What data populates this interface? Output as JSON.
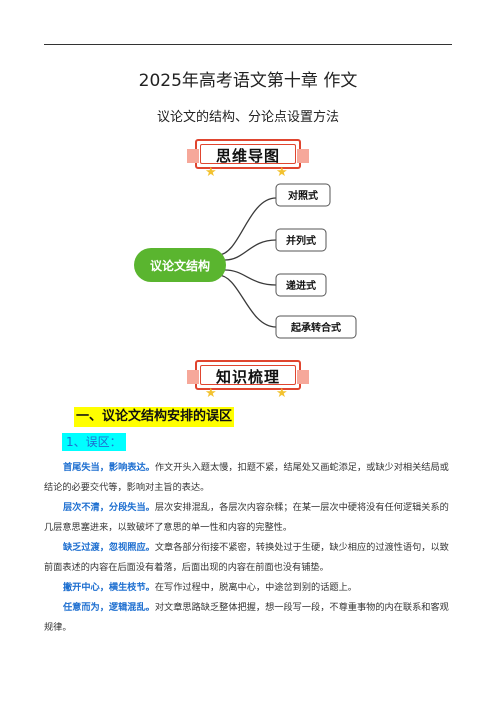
{
  "header": {
    "title": "2025年高考语文第十章 作文",
    "subtitle": "议论文的结构、分论点设置方法"
  },
  "banners": {
    "mindmap_label": "思维导图",
    "knowledge_label": "知识梳理"
  },
  "mindmap": {
    "center": "议论文结构",
    "branches": [
      "对照式",
      "并列式",
      "递进式",
      "起承转合式"
    ],
    "colors": {
      "center_fill": "#5ab52f",
      "branch_line": "#3a3a3a",
      "accent": "#e0452f",
      "star": "#f3c230"
    }
  },
  "section": {
    "heading": "一、议论文结构安排的误区",
    "subheading": "1、误区：",
    "paragraphs": [
      {
        "lead": "首尾失当，影响表达。",
        "text": "作文开头入题太慢，扣题不紧，结尾处又画蛇添足，或缺少对相关结局或结论的必要交代等，影响对主旨的表达。"
      },
      {
        "lead": "层次不清，分段失当。",
        "text": "层次安排混乱，各层次内容杂糅；在某一层次中硬将没有任何逻辑关系的几层意思塞进来，以致破坏了意思的单一性和内容的完整性。"
      },
      {
        "lead": "缺乏过渡，忽视照应。",
        "text": "文章各部分衔接不紧密，转换处过于生硬，缺少相应的过渡性语句，以致前面表述的内容在后面没有着落，后面出现的内容在前面也没有铺垫。"
      },
      {
        "lead": "撇开中心，横生枝节。",
        "text": "在写作过程中，脱离中心，中途岔到别的话题上。"
      },
      {
        "lead": "任意而为，逻辑混乱。",
        "text": "对文章思路缺乏整体把握，想一段写一段，不尊重事物的内在联系和客观规律。"
      }
    ]
  }
}
